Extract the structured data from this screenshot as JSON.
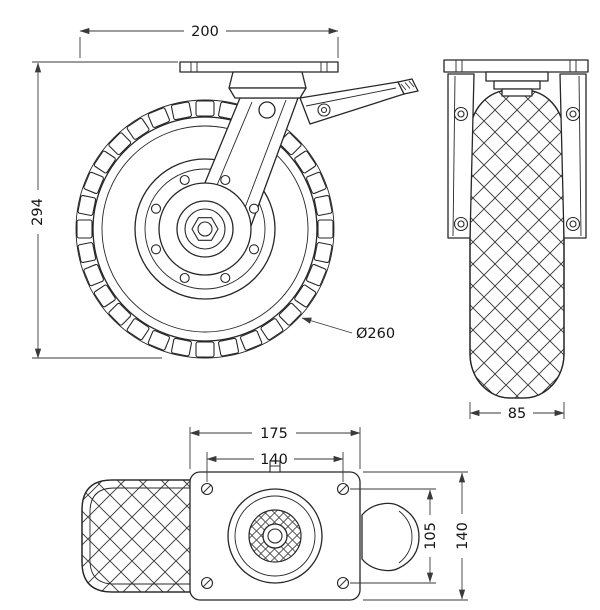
{
  "canvas": {
    "background": "#ffffff",
    "line_color": "#272727",
    "dim_color": "#3a3a3a",
    "text_color": "#141414"
  },
  "drawing": {
    "side": {
      "plate_length": "200",
      "overall_height": "294",
      "wheel_diameter": "Ø260"
    },
    "front": {
      "wheel_width": "85"
    },
    "plan": {
      "plate_length": "175",
      "bolt_spacing_length": "140",
      "bolt_spacing_width": "105",
      "plate_width": "140"
    }
  }
}
